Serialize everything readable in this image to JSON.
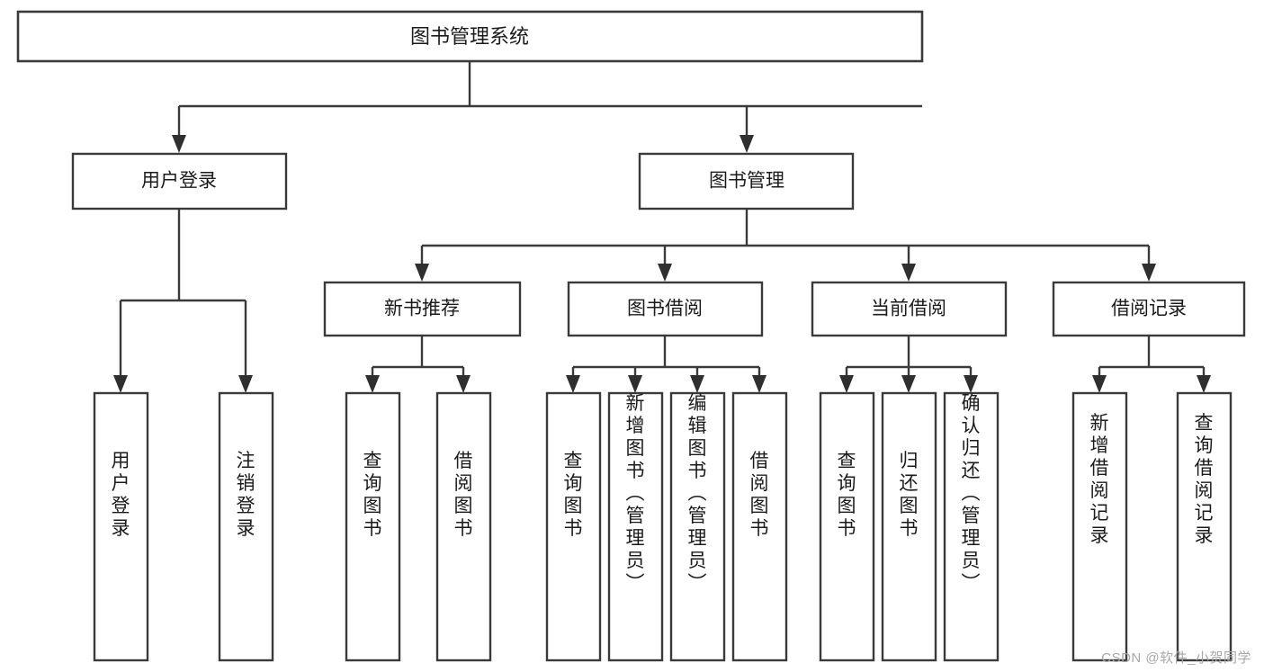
{
  "diagram": {
    "title": "图书管理系统",
    "watermark": "CSDN @软件_小贺同学",
    "colors": {
      "stroke": "#3a3a3a",
      "fill": "#ffffff",
      "text": "#1b1b1b",
      "watermark": "#a8a8a8"
    },
    "root": {
      "label": "图书管理系统"
    },
    "level2": [
      {
        "label": "用户登录"
      },
      {
        "label": "图书管理"
      }
    ],
    "level3": [
      {
        "label": "新书推荐"
      },
      {
        "label": "图书借阅"
      },
      {
        "label": "当前借阅"
      },
      {
        "label": "借阅记录"
      }
    ],
    "leaves": {
      "user_login": [
        {
          "label": "用户登录"
        },
        {
          "label": "注销登录"
        }
      ],
      "new_book": [
        {
          "label": "查询图书"
        },
        {
          "label": "借阅图书"
        }
      ],
      "book_borrow": [
        {
          "label": "查询图书"
        },
        {
          "label": "新增图书（管理员）"
        },
        {
          "label": "编辑图书（管理员）"
        },
        {
          "label": "借阅图书"
        }
      ],
      "current_borrow": [
        {
          "label": "查询图书"
        },
        {
          "label": "归还图书"
        },
        {
          "label": "确认归还（管理员）"
        }
      ],
      "borrow_record": [
        {
          "label": "新增借阅记录"
        },
        {
          "label": "查询借阅记录"
        }
      ]
    }
  }
}
